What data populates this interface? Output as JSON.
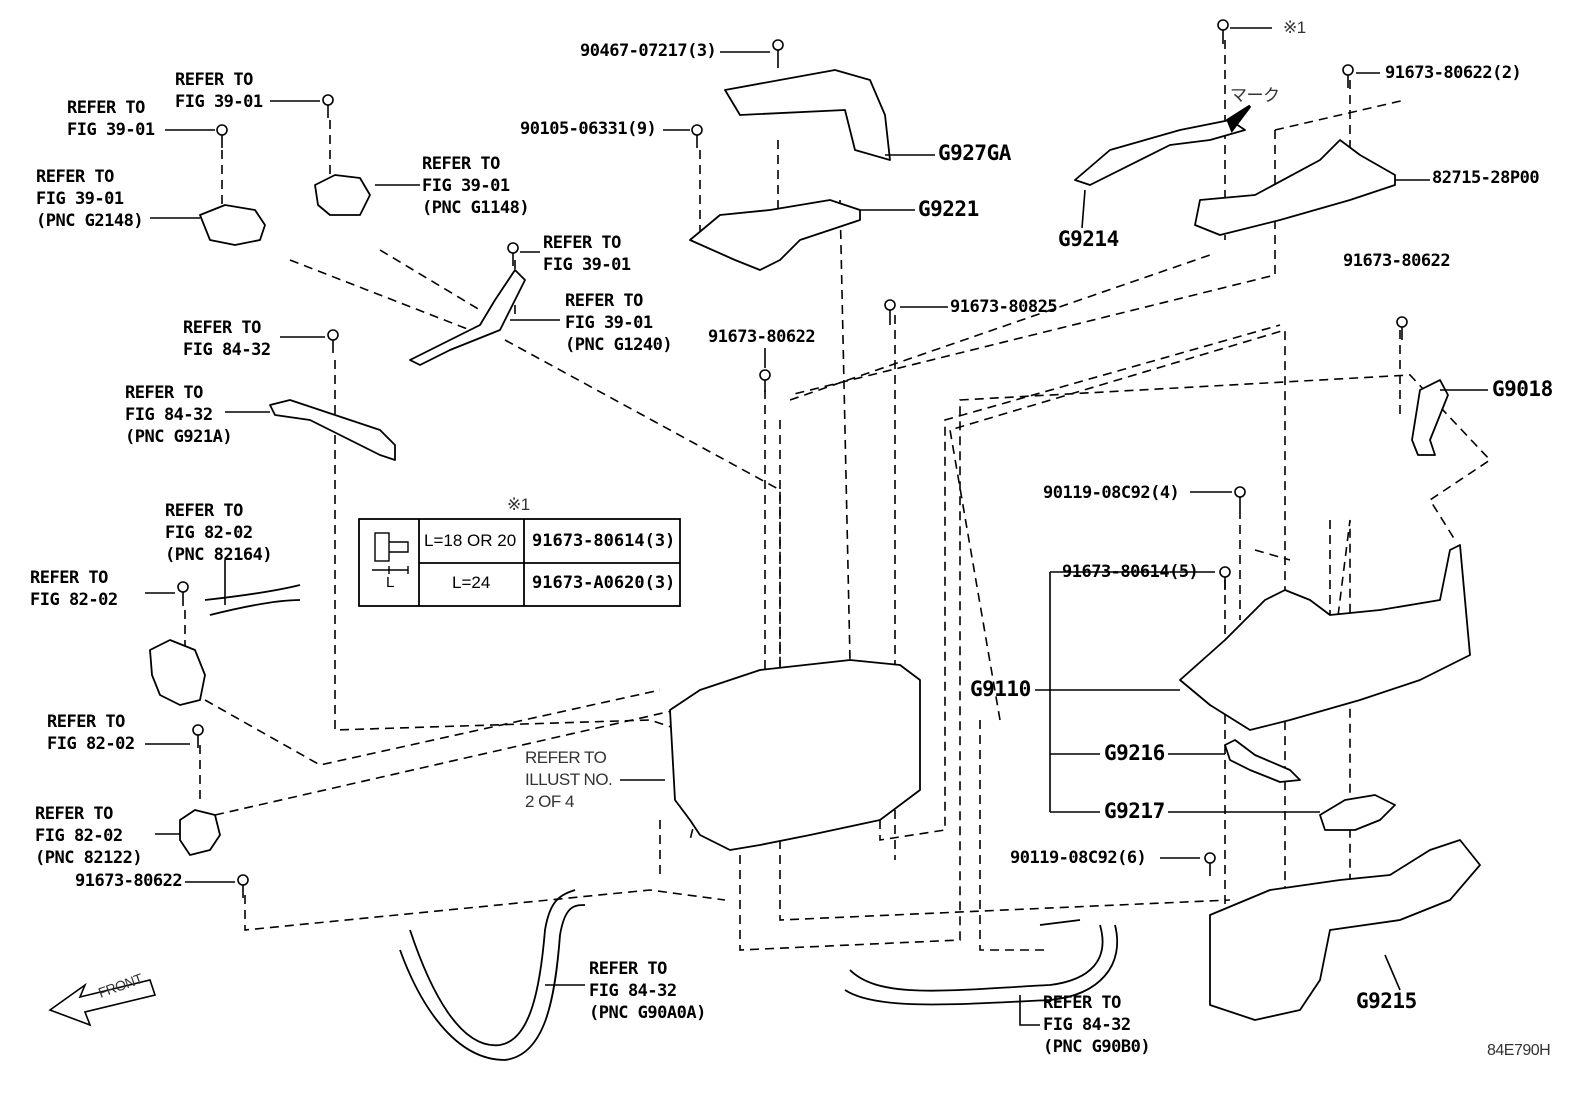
{
  "callouts": {
    "refer_fig3901_a": [
      "REFER TO",
      "FIG 39-01"
    ],
    "refer_fig3901_b": [
      "REFER TO",
      "FIG 39-01"
    ],
    "refer_g2148": [
      "REFER TO",
      "FIG 39-01",
      "(PNC G2148)"
    ],
    "refer_g1148": [
      "REFER TO",
      "FIG 39-01",
      "(PNC G1148)"
    ],
    "refer_fig3901_c": [
      "REFER TO",
      "FIG 39-01"
    ],
    "refer_g1240": [
      "REFER TO",
      "FIG 39-01",
      "(PNC G1240)"
    ],
    "refer_fig8432_a": [
      "REFER TO",
      "FIG 84-32"
    ],
    "refer_g921a": [
      "REFER TO",
      "FIG 84-32",
      "(PNC G921A)"
    ],
    "refer_82164": [
      "REFER TO",
      "FIG 82-02",
      "(PNC 82164)"
    ],
    "refer_fig8202_a": [
      "REFER TO",
      "FIG 82-02"
    ],
    "refer_fig8202_b": [
      "REFER TO",
      "FIG 82-02"
    ],
    "refer_82122": [
      "REFER TO",
      "FIG 82-02",
      "(PNC 82122)"
    ],
    "refer_g90a0a": [
      "REFER TO",
      "FIG 84-32",
      "(PNC G90A0A)"
    ],
    "refer_g90b0": [
      "REFER TO",
      "FIG 84-32",
      "(PNC G90B0)"
    ],
    "refer_illust": [
      "REFER TO",
      "ILLUST NO.",
      "2 OF 4"
    ]
  },
  "parts": {
    "p90467": "90467-07217(3)",
    "p90105": "90105-06331(9)",
    "g927ga": "G927GA",
    "g9221": "G9221",
    "p91673_80825": "91673-80825",
    "p91673_80622_mid": "91673-80622",
    "p91673_80622_left": "91673-80622",
    "p91673_80622_right": "91673-80622",
    "p91673_80622_2": "91673-80622(2)",
    "note_mark": "※1",
    "marker_jp": "マーク",
    "g9214": "G9214",
    "p82715": "82715-28P00",
    "g9018": "G9018",
    "p90119_4": "90119-08C92(4)",
    "p91673_80614_5": "91673-80614(5)",
    "g9110": "G9110",
    "g9216": "G9216",
    "g9217": "G9217",
    "p90119_6": "90119-08C92(6)",
    "g9215": "G9215",
    "front": "FRONT",
    "diagram_id": "84E790H"
  },
  "bolt_table": {
    "note": "※1",
    "dim_label": "L",
    "rows": [
      {
        "length": "L=18 OR 20",
        "part": "91673-80614(3)"
      },
      {
        "length": "L=24",
        "part": "91673-A0620(3)"
      }
    ]
  }
}
